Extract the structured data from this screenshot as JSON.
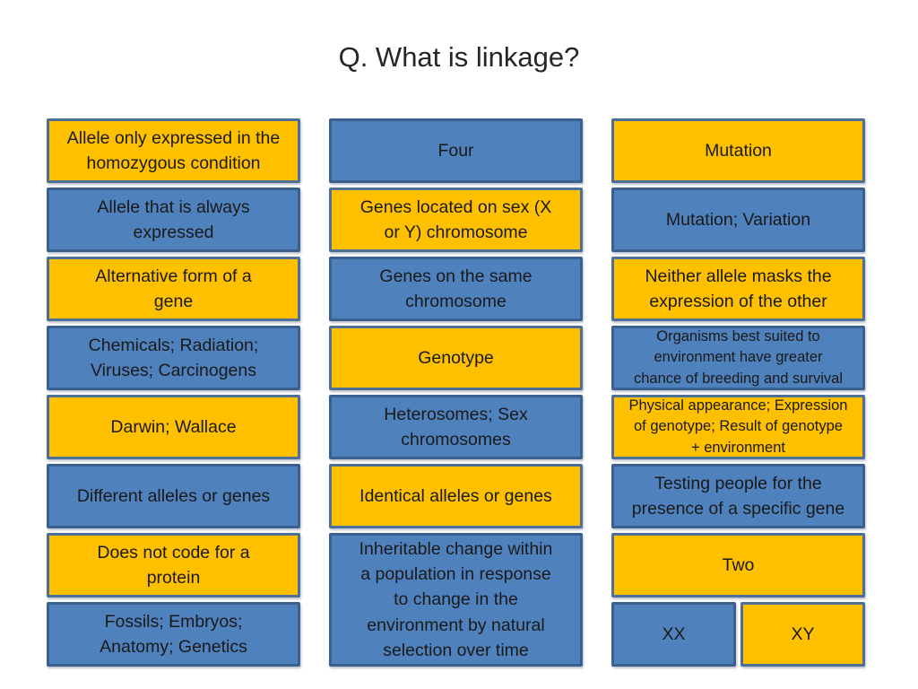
{
  "slide": {
    "title": "Q. What is linkage?"
  },
  "colors": {
    "card_yellow": "#FFC000",
    "card_blue": "#4F81BD",
    "border_yellow": "#4C7098",
    "border_blue": "#3A6090",
    "text": "#1A1A1A",
    "title_color": "#262626",
    "bg": "#FFFFFF"
  },
  "columns": [
    {
      "cards": [
        {
          "label": "Allele only expressed in the\nhomozygous condition",
          "color": "yellow"
        },
        {
          "label": "Allele that is always\nexpressed",
          "color": "blue"
        },
        {
          "label": "Alternative form of a\ngene",
          "color": "yellow"
        },
        {
          "label": "Chemicals; Radiation;\nViruses; Carcinogens",
          "color": "blue"
        },
        {
          "label": "Darwin; Wallace",
          "color": "yellow"
        },
        {
          "label": "Different alleles or genes",
          "color": "blue"
        },
        {
          "label": "Does not code for a\nprotein",
          "color": "yellow"
        },
        {
          "label": "Fossils; Embryos;\nAnatomy; Genetics",
          "color": "blue"
        }
      ]
    },
    {
      "cards": [
        {
          "label": "Four",
          "color": "blue"
        },
        {
          "label": "Genes located on sex (X\nor Y) chromosome",
          "color": "yellow"
        },
        {
          "label": "Genes on the same\nchromosome",
          "color": "blue"
        },
        {
          "label": "Genotype",
          "color": "yellow"
        },
        {
          "label": "Heterosomes; Sex\nchromosomes",
          "color": "blue"
        },
        {
          "label": "Identical alleles or genes",
          "color": "yellow"
        },
        {
          "label": "Inheritable change within\na population in response\nto change in the\nenvironment by natural\nselection over time",
          "color": "blue"
        }
      ]
    },
    {
      "cards": [
        {
          "label": "Mutation",
          "color": "yellow"
        },
        {
          "label": "Mutation; Variation",
          "color": "blue"
        },
        {
          "label": "Neither allele masks the\nexpression of the other",
          "color": "yellow"
        },
        {
          "label": "Organisms best suited to\nenvironment have greater\nchance of breeding and survival",
          "color": "blue"
        },
        {
          "label": "Physical appearance; Expression\nof genotype; Result of genotype\n+ environment",
          "color": "yellow"
        },
        {
          "label": "Testing people for the\npresence of a specific gene",
          "color": "blue"
        },
        {
          "label": "Two",
          "color": "yellow"
        },
        {
          "label": "XX",
          "color": "blue"
        },
        {
          "label": "XY",
          "color": "yellow"
        }
      ]
    }
  ]
}
